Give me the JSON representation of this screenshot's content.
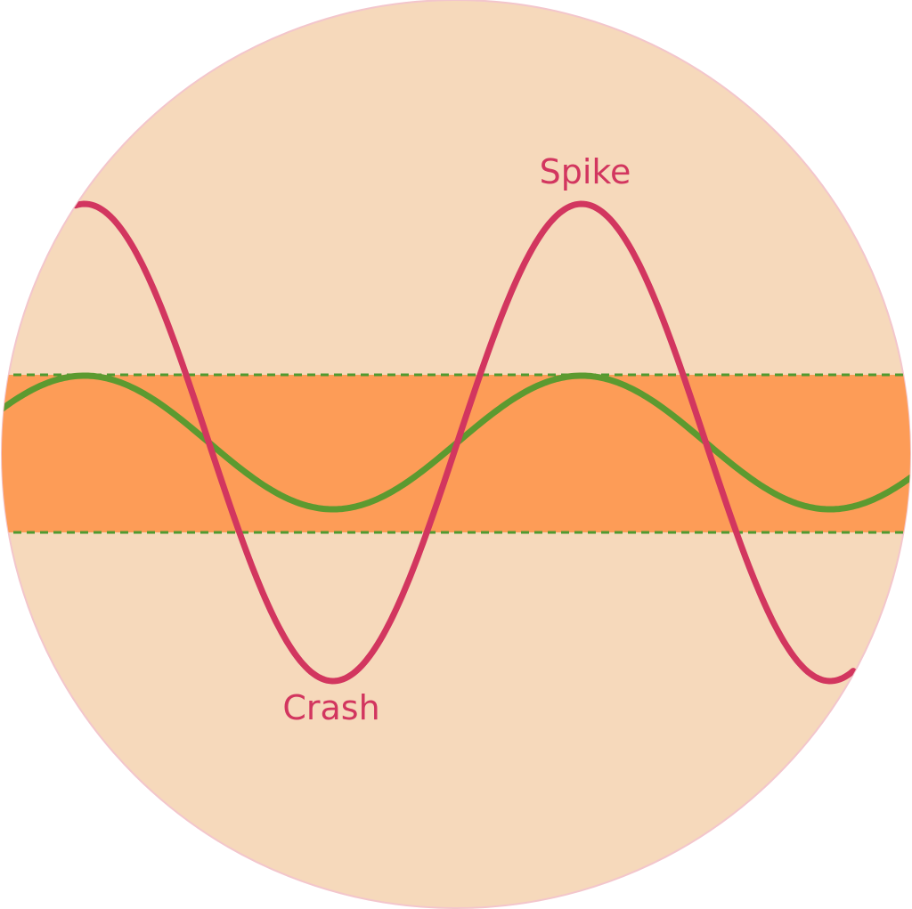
{
  "labels": {
    "peak": "Spike",
    "trough": "Crash"
  },
  "colors": {
    "background": "#f6d9bb",
    "border": "#f3c6cc",
    "band": "#fd9c57",
    "wave_strong": "#d2365f",
    "wave_gentle": "#5c9a30",
    "band_edge": "#4f9a30",
    "label_text": "#d2365f"
  },
  "waves": {
    "strong": {
      "amplitude": 1.0,
      "cycles_visible": 2
    },
    "gentle": {
      "amplitude": 0.28,
      "cycles_visible": 2
    }
  },
  "band": {
    "upper": 0.33,
    "lower": -0.33
  }
}
